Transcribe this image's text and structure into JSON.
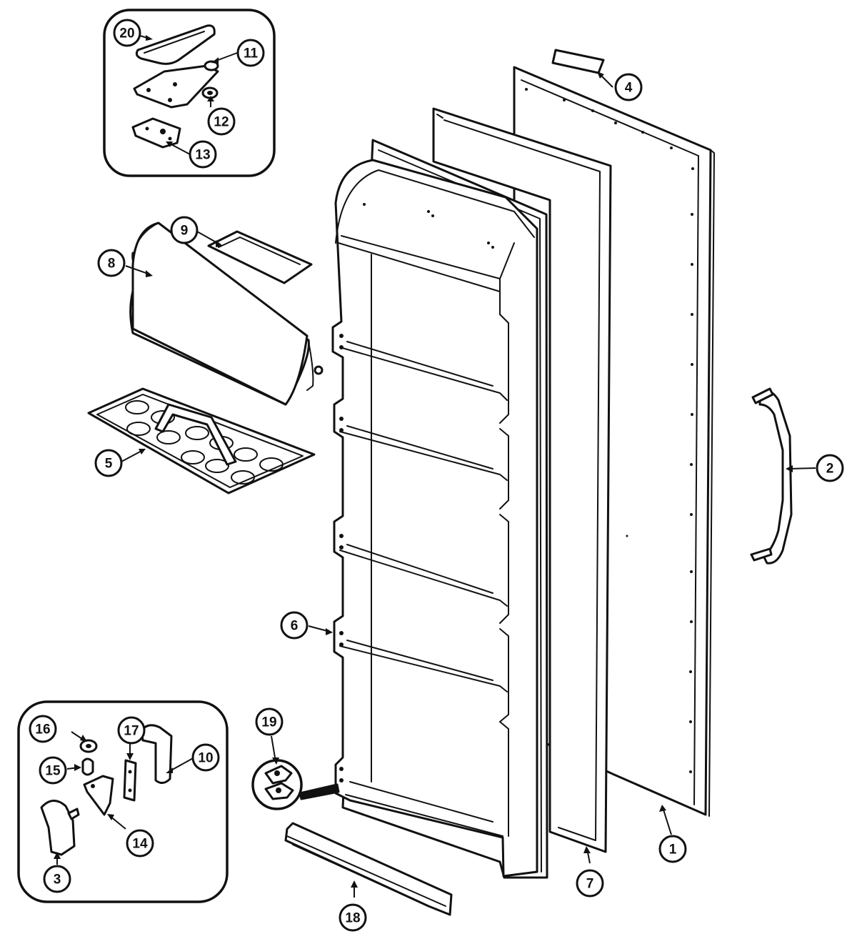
{
  "diagram": {
    "type": "exploded-parts-diagram",
    "subject": "refrigerator door",
    "callouts": [
      {
        "id": "c1",
        "label": "1"
      },
      {
        "id": "c2",
        "label": "2"
      },
      {
        "id": "c3",
        "label": "3"
      },
      {
        "id": "c4",
        "label": "4"
      },
      {
        "id": "c5",
        "label": "5"
      },
      {
        "id": "c6",
        "label": "6"
      },
      {
        "id": "c7",
        "label": "7"
      },
      {
        "id": "c8",
        "label": "8"
      },
      {
        "id": "c9",
        "label": "9"
      },
      {
        "id": "c10",
        "label": "10"
      },
      {
        "id": "c11",
        "label": "11"
      },
      {
        "id": "c12",
        "label": "12"
      },
      {
        "id": "c13",
        "label": "13"
      },
      {
        "id": "c14",
        "label": "14"
      },
      {
        "id": "c15",
        "label": "15"
      },
      {
        "id": "c16",
        "label": "16"
      },
      {
        "id": "c17",
        "label": "17"
      },
      {
        "id": "c18",
        "label": "18"
      },
      {
        "id": "c19",
        "label": "19"
      },
      {
        "id": "c20",
        "label": "20"
      }
    ]
  },
  "colors": {
    "line": "#111111",
    "background": "#ffffff"
  }
}
